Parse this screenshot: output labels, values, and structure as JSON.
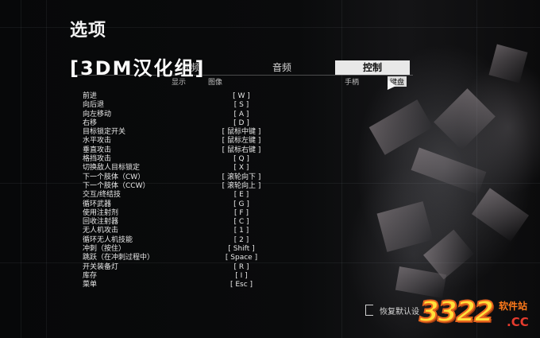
{
  "screen_title": "选项",
  "watermark": "[3DM汉化组]",
  "tabs": [
    {
      "label": "视频",
      "active": false
    },
    {
      "label": "音频",
      "active": false
    },
    {
      "label": "控制",
      "active": true
    }
  ],
  "subtabs": {
    "display": "显示",
    "image": "图像",
    "gamepad": "手柄",
    "keyboard": "键盘"
  },
  "bindings": [
    {
      "action": "前进",
      "key": "[ W ]"
    },
    {
      "action": "向后退",
      "key": "[ S ]"
    },
    {
      "action": "向左移动",
      "key": "[ A ]"
    },
    {
      "action": "右移",
      "key": "[ D ]"
    },
    {
      "action": "目标锁定开关",
      "key": "[ 鼠标中键 ]"
    },
    {
      "action": "水平攻击",
      "key": "[ 鼠标左键 ]"
    },
    {
      "action": "垂直攻击",
      "key": "[ 鼠标右键 ]"
    },
    {
      "action": "格挡攻击",
      "key": "[ Q ]"
    },
    {
      "action": "切换敌人目标锁定",
      "key": "[ X ]"
    },
    {
      "action": "下一个肢体（CW）",
      "key": "[ 滚轮向下 ]"
    },
    {
      "action": "下一个肢体（CCW）",
      "key": "[ 滚轮向上 ]"
    },
    {
      "action": "交互/终结技",
      "key": "[ E ]"
    },
    {
      "action": "循环武器",
      "key": "[ G ]"
    },
    {
      "action": "使用注射剂",
      "key": "[ F ]"
    },
    {
      "action": "回收注射器",
      "key": "[ C ]"
    },
    {
      "action": "无人机攻击",
      "key": "[ 1 ]"
    },
    {
      "action": "循环无人机技能",
      "key": "[ 2 ]"
    },
    {
      "action": "冲刺（按住）",
      "key": "[ Shift ]"
    },
    {
      "action": "跳跃（在冲刺过程中）",
      "key": "[ Space ]"
    },
    {
      "action": "开关装备灯",
      "key": "[ R ]"
    },
    {
      "action": "库存",
      "key": "[ I ]"
    },
    {
      "action": "菜单",
      "key": "[ Esc ]"
    }
  ],
  "reset_label": "恢复默认设",
  "site_logo": {
    "number": "3322",
    "name": "软件站",
    "domain": ".CC"
  }
}
